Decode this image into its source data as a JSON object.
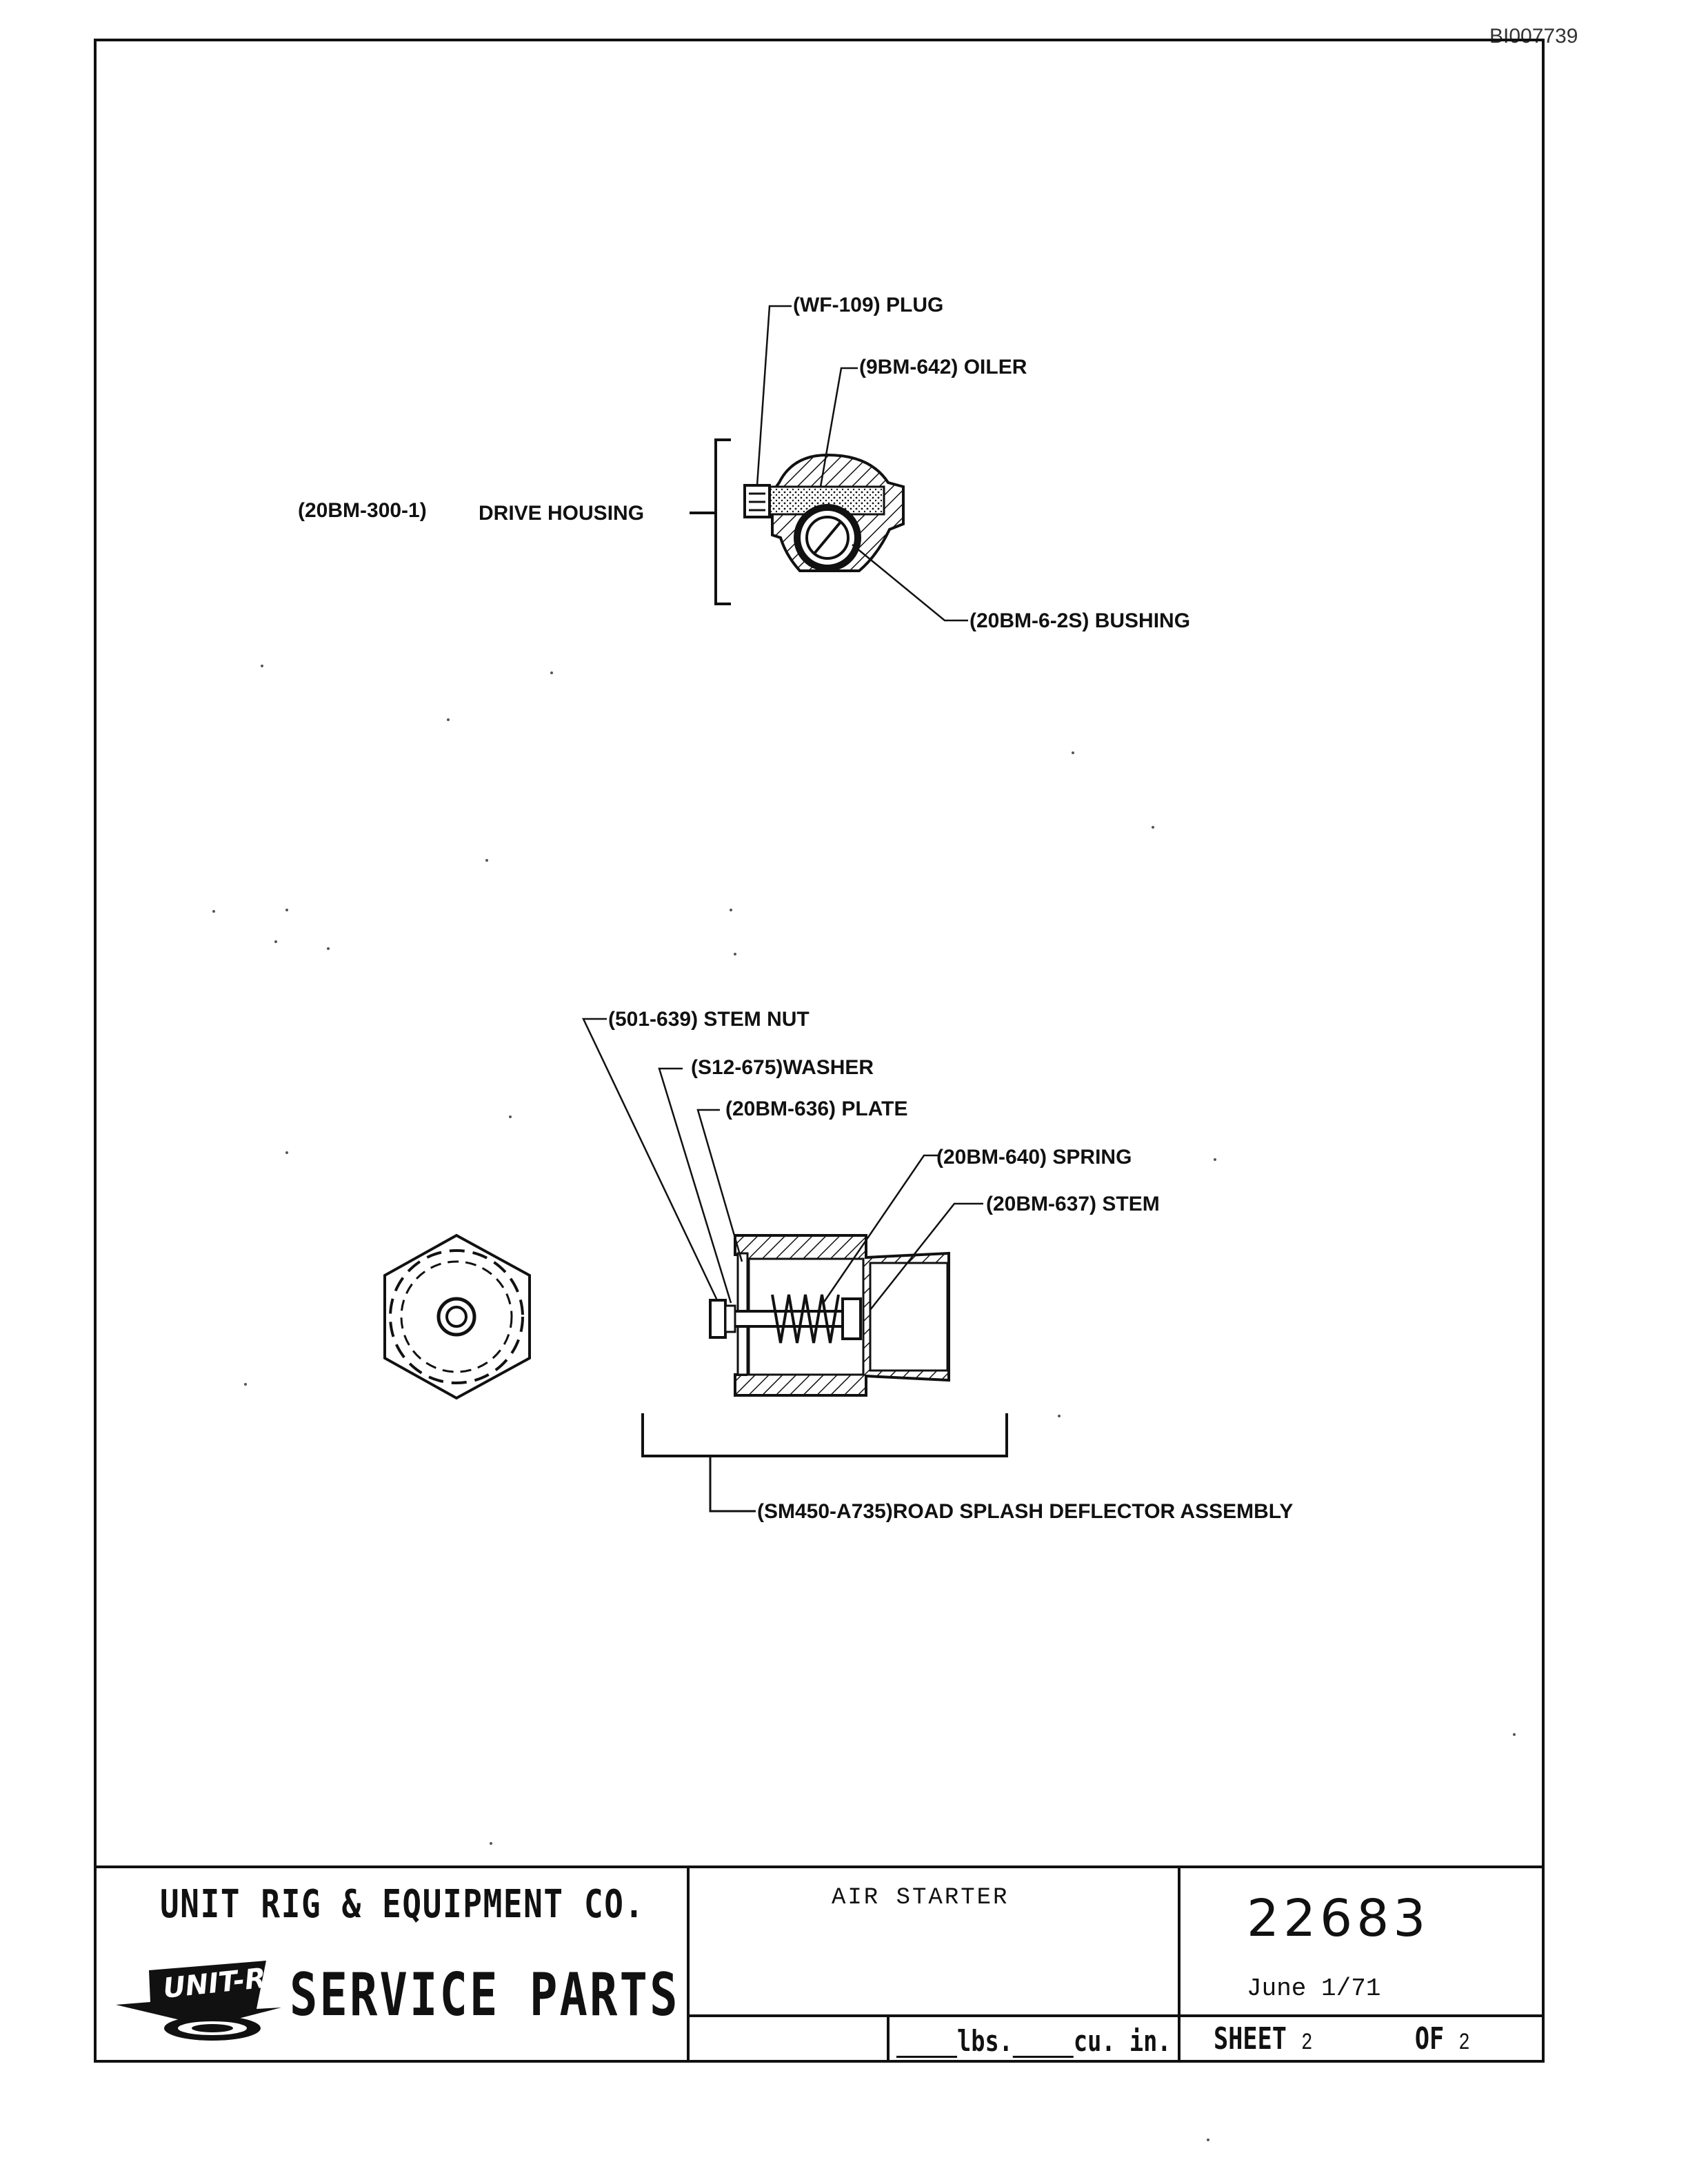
{
  "document_id": "BI007739",
  "drive_housing": {
    "plug": "(WF-109)  PLUG",
    "oiler": "(9BM-642)  OILER",
    "housing_part": "(20BM-300-1)",
    "housing_label": "DRIVE HOUSING",
    "bushing": "(20BM-6-2S)  BUSHING"
  },
  "deflector": {
    "stem_nut": "(501-639)  STEM NUT",
    "washer": "(S12-675)WASHER",
    "plate": "(20BM-636) PLATE",
    "spring": "(20BM-640)   SPRING",
    "stem": "(20BM-637) STEM",
    "assembly": "(SM450-A735)ROAD SPLASH DEFLECTOR ASSEMBLY"
  },
  "title_block": {
    "company": "UNIT RIG & EQUIPMENT CO.",
    "logo_text": "UNIT-RIG",
    "service_parts": "SERVICE PARTS",
    "title": "AIR STARTER",
    "drawing_number": "22683",
    "date": "June 1/71",
    "weight_lbs": "lbs.",
    "weight_cuin": "cu. in.",
    "sheet_label": "SHEET",
    "sheet_number": "2",
    "of_label": "OF",
    "sheet_total": "2"
  }
}
